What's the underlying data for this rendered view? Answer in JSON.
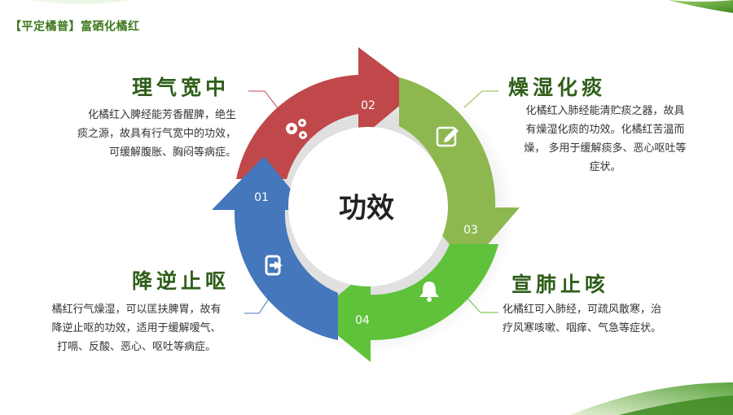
{
  "header": {
    "title": "【平定橘普】富硒化橘红"
  },
  "center": {
    "label": "功效"
  },
  "colors": {
    "red": "#c0484b",
    "green_dark": "#8cb84f",
    "green_light": "#5fc23a",
    "blue": "#4477bb",
    "title": "#2f5e1a"
  },
  "segments": [
    {
      "number": "01",
      "icon": "sign-in-icon"
    },
    {
      "number": "02",
      "icon": "gears-icon"
    },
    {
      "number": "03",
      "icon": "edit-icon"
    },
    {
      "number": "04",
      "icon": "bell-icon"
    }
  ],
  "blocks": {
    "top_left": {
      "title": "理气宽中",
      "lines": [
        "化橘红入脾经能芳香醒脾，绝生",
        "痰之源，故具有行气宽中的功效，",
        "可缓解腹胀、胸闷等病症。"
      ]
    },
    "top_right": {
      "title": "燥湿化痰",
      "lines": [
        "化橘红入肺经能清贮痰之器，故具",
        "有燥湿化痰的功效。化橘红苦温而",
        "燥，  多用于缓解痰多、恶心呕吐等",
        "症状。"
      ]
    },
    "bottom_left": {
      "title": "降逆止呕",
      "lines": [
        "橘红行气燥湿，可以匡扶脾胃，故有",
        "降逆止呕的功效，适用于缓解嗳气、",
        "打嗝、反酸、恶心、呕吐等病症。"
      ]
    },
    "bottom_right": {
      "title": "宣肺止咳",
      "lines": [
        "化橘红可入肺经，可疏风散寒，治",
        "疗风寒咳嗽、咽痒、气急等症状。"
      ]
    }
  }
}
